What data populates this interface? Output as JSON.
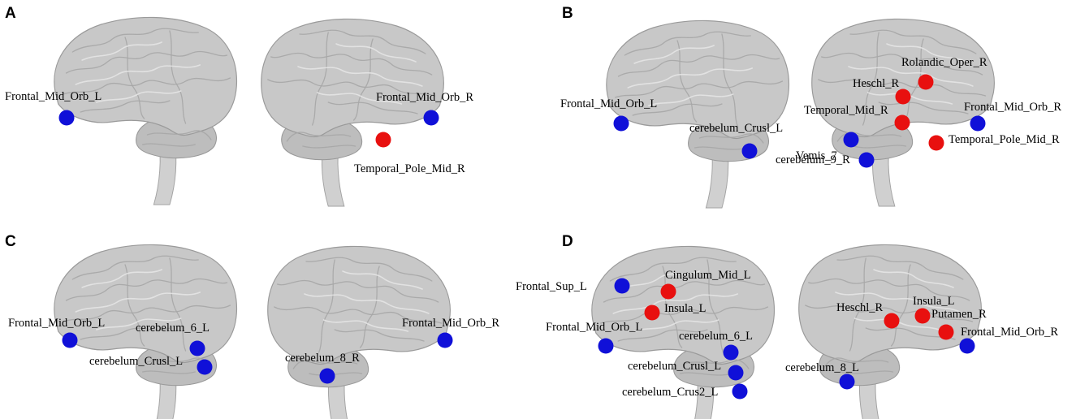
{
  "colors": {
    "increased_node": "#e8100f",
    "decreased_node": "#1010d8",
    "brain_surface": "#c8c8c8"
  },
  "panels": [
    {
      "letter": "A",
      "views": [
        {
          "side": "left",
          "nodes": [
            {
              "label": "Frontal_Mid_Orb_L",
              "color": "blue"
            }
          ]
        },
        {
          "side": "right",
          "nodes": [
            {
              "label": "Frontal_Mid_Orb_R",
              "color": "blue"
            },
            {
              "label": "Temporal_Pole_Mid_R",
              "color": "red"
            }
          ]
        }
      ]
    },
    {
      "letter": "B",
      "views": [
        {
          "side": "left",
          "nodes": [
            {
              "label": "Frontal_Mid_Orb_L",
              "color": "blue"
            },
            {
              "label": "cerebelum_Crusl_L",
              "color": "blue"
            }
          ]
        },
        {
          "side": "right",
          "nodes": [
            {
              "label": "Rolandic_Oper_R",
              "color": "red"
            },
            {
              "label": "Heschl_R",
              "color": "red"
            },
            {
              "label": "Temporal_Mid_R",
              "color": "red"
            },
            {
              "label": "Frontal_Mid_Orb_R",
              "color": "blue"
            },
            {
              "label": "Vemis_7",
              "color": "blue"
            },
            {
              "label": "Temporal_Pole_Mid_R",
              "color": "red"
            },
            {
              "label": "cerebelum_9_R",
              "color": "blue"
            }
          ]
        }
      ]
    },
    {
      "letter": "C",
      "views": [
        {
          "side": "left",
          "nodes": [
            {
              "label": "Frontal_Mid_Orb_L",
              "color": "blue"
            },
            {
              "label": "cerebelum_6_L",
              "color": "blue"
            },
            {
              "label": "cerebelum_Crusl_L",
              "color": "blue"
            }
          ]
        },
        {
          "side": "right",
          "nodes": [
            {
              "label": "Frontal_Mid_Orb_R",
              "color": "blue"
            },
            {
              "label": "cerebelum_8_R",
              "color": "blue"
            }
          ]
        }
      ]
    },
    {
      "letter": "D",
      "views": [
        {
          "side": "left",
          "nodes": [
            {
              "label": "Frontal_Sup_L",
              "color": "blue"
            },
            {
              "label": "Cingulum_Mid_L",
              "color": "red"
            },
            {
              "label": "Insula_L",
              "color": "red"
            },
            {
              "label": "Frontal_Mid_Orb_L",
              "color": "blue"
            },
            {
              "label": "cerebelum_6_L",
              "color": "blue"
            },
            {
              "label": "cerebelum_Crusl_L",
              "color": "blue"
            },
            {
              "label": "cerebelum_Crus2_L",
              "color": "blue"
            }
          ]
        },
        {
          "side": "right",
          "nodes": [
            {
              "label": "Heschl_R",
              "color": "red"
            },
            {
              "label": "Insula_L",
              "color": "red"
            },
            {
              "label": "Putamen_R",
              "color": "red"
            },
            {
              "label": "Frontal_Mid_Orb_R",
              "color": "blue"
            },
            {
              "label": "cerebelum_8_L",
              "color": "blue"
            }
          ]
        }
      ]
    }
  ]
}
